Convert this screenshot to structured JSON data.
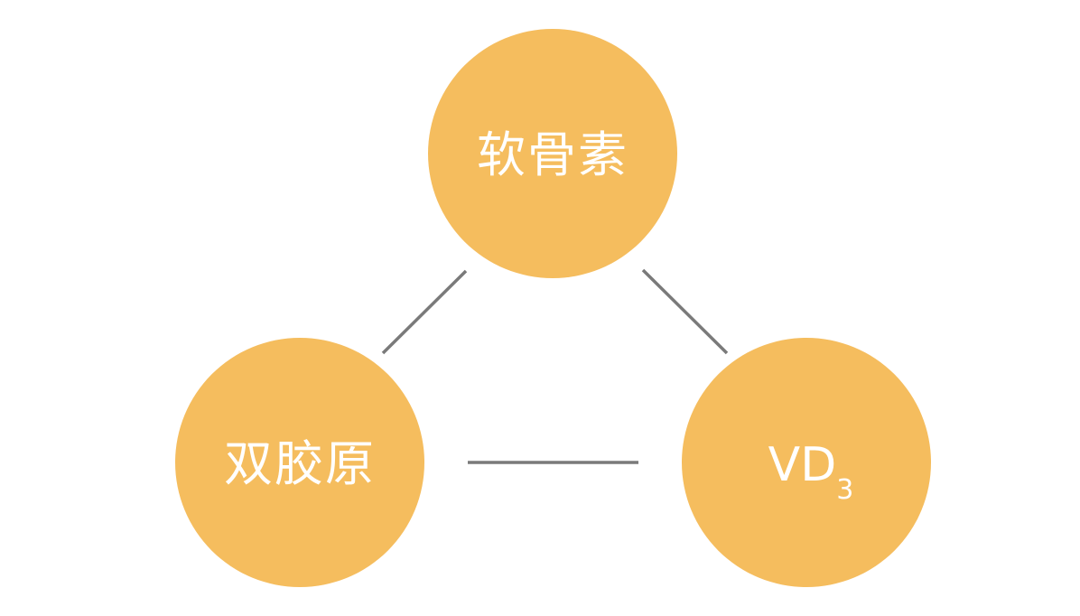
{
  "colors": {
    "node_fill": "#f5bd5e",
    "connector": "#7a7a7a",
    "label_text": "#ffffff",
    "background": "#ffffff"
  },
  "nodes": {
    "top": {
      "label": "软骨素"
    },
    "left": {
      "label": "双胶原"
    },
    "right": {
      "label_main": "VD",
      "label_sub": "3"
    }
  },
  "edges": [
    {
      "from": "top",
      "to": "left"
    },
    {
      "from": "top",
      "to": "right"
    },
    {
      "from": "left",
      "to": "right"
    }
  ]
}
